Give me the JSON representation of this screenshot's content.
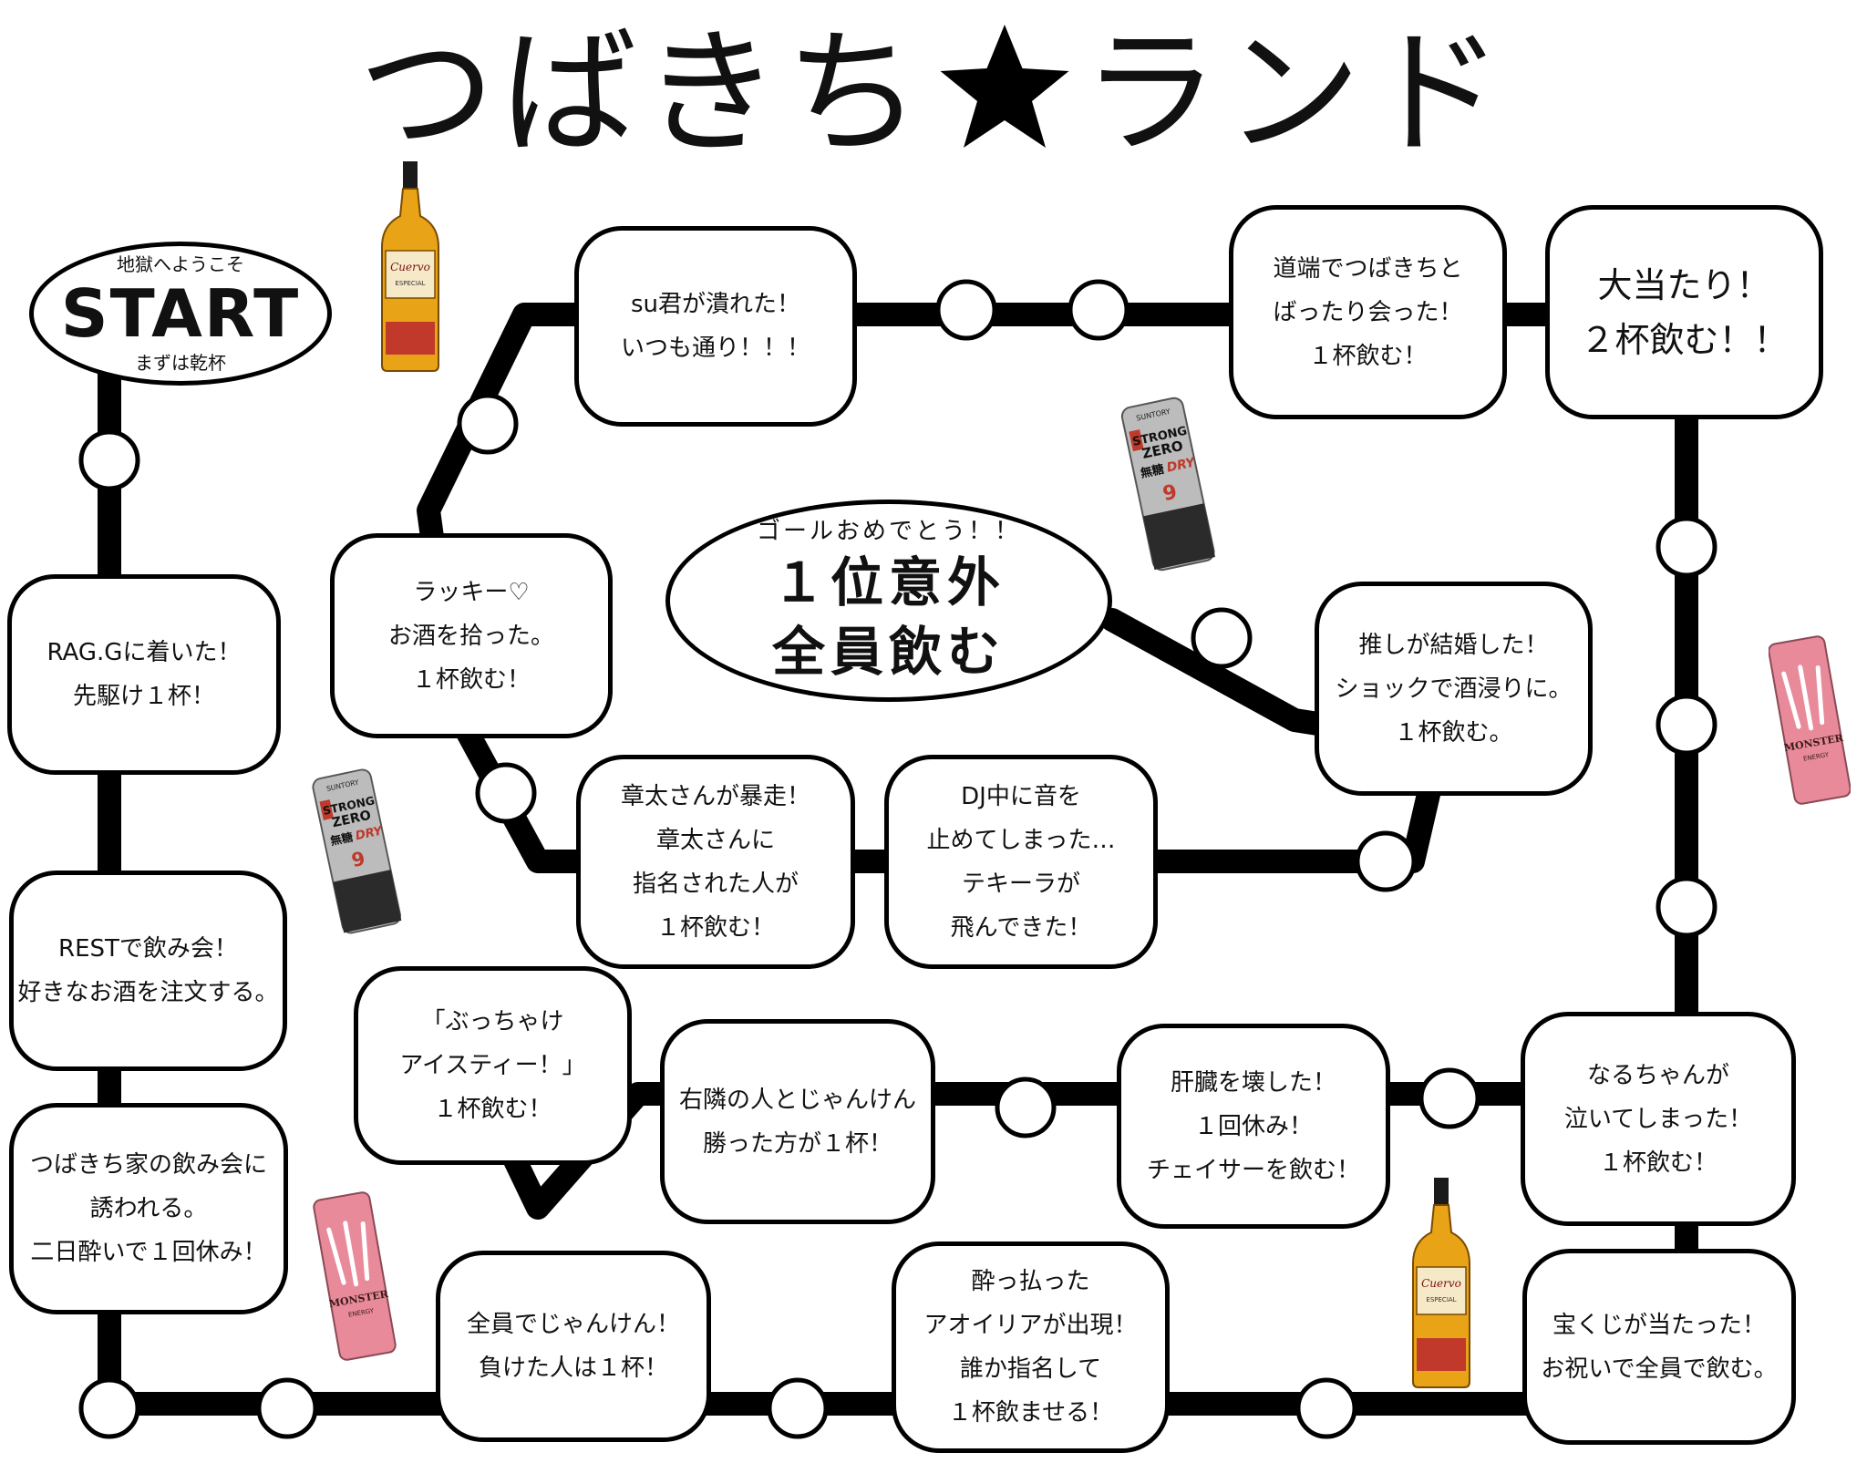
{
  "title": {
    "left": "つばきち",
    "right": "ランド",
    "star": "star-icon"
  },
  "start": {
    "top": "地獄へようこそ",
    "main": "START",
    "bottom": "まずは乾杯"
  },
  "goal": {
    "top": "ゴールおめでとう！！",
    "line1": "１位意外",
    "line2": "全員飲む"
  },
  "cells": [
    {
      "lines": [
        "RAG.Gに着いた！",
        "先駆け１杯！"
      ]
    },
    {
      "lines": [
        "RESTで飲み会！",
        "好きなお酒を注文する。"
      ]
    },
    {
      "lines": [
        "つばきち家の飲み会に",
        "誘われる。",
        "二日酔いで１回休み！"
      ]
    },
    {
      "lines": [
        "全員でじゃんけん！",
        "負けた人は１杯！"
      ]
    },
    {
      "lines": [
        "酔っ払った",
        "アオイリアが出現！",
        "誰か指名して",
        "１杯飲ませる！"
      ]
    },
    {
      "lines": [
        "宝くじが当たった！",
        "お祝いで全員で飲む。"
      ]
    },
    {
      "lines": [
        "なるちゃんが",
        "泣いてしまった！",
        "１杯飲む！"
      ]
    },
    {
      "lines": [
        "肝臓を壊した！",
        "１回休み！",
        "チェイサーを飲む！"
      ]
    },
    {
      "lines": [
        "右隣の人とじゃんけん",
        "勝った方が１杯！"
      ]
    },
    {
      "lines": [
        "「ぶっちゃけ",
        "アイスティー！」",
        "１杯飲む！"
      ]
    },
    {
      "lines": [
        "ラッキー♡",
        "お酒を拾った。",
        "１杯飲む！"
      ]
    },
    {
      "lines": [
        "su君が潰れた！",
        "いつも通り！！！"
      ]
    },
    {
      "lines": [
        "道端でつばきちと",
        "ばったり会った！",
        "１杯飲む！"
      ]
    },
    {
      "lines": [
        "大当たり！",
        "２杯飲む！！"
      ]
    },
    {
      "lines": [
        "推しが結婚した！",
        "ショックで酒浸りに。",
        "１杯飲む。"
      ]
    },
    {
      "lines": [
        "DJ中に音を",
        "止めてしまった…",
        "テキーラが",
        "飛んできた！"
      ]
    },
    {
      "lines": [
        "章太さんが暴走！",
        "章太さんに",
        "指名された人が",
        "１杯飲む！"
      ]
    }
  ],
  "items": [
    {
      "kind": "tequila",
      "icon": "tequila-bottle-icon",
      "label": "Cuervo",
      "sub": "ESPECIAL"
    },
    {
      "kind": "can_zero",
      "icon": "strong-zero-can-icon",
      "brand": "SUNTORY",
      "label1": "STRONG",
      "label2": "ZERO",
      "label3": "無糖",
      "label4": "DRY",
      "pct": "9"
    },
    {
      "kind": "can_zero",
      "icon": "strong-zero-can-icon",
      "brand": "SUNTORY",
      "label1": "STRONG",
      "label2": "ZERO",
      "label3": "無糖",
      "label4": "DRY",
      "pct": "9"
    },
    {
      "kind": "monster",
      "icon": "monster-can-icon",
      "label": "MONSTER",
      "sub": "ENERGY"
    },
    {
      "kind": "monster",
      "icon": "monster-can-icon",
      "label": "MONSTER",
      "sub": "ENERGY"
    },
    {
      "kind": "tequila",
      "icon": "tequila-bottle-icon",
      "label": "Cuervo",
      "sub": "ESPECIAL"
    }
  ],
  "colors": {
    "line": "#000000",
    "tequila": "#e8a317",
    "zero": "#bcbcbc",
    "monster": "#e88a9a"
  }
}
